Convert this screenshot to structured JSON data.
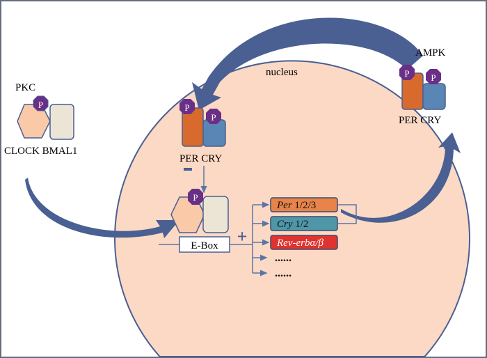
{
  "labels": {
    "nucleus": "nucleus",
    "pkc": "PKC",
    "clock_bmal1": "CLOCK BMAL1",
    "ampk": "AMPK",
    "per_cry_nucleus": "PER CRY",
    "per_cry_ampk": "PER CRY",
    "phospho": "P",
    "inhibit": "−",
    "activate": "+",
    "ebox": "E-Box"
  },
  "genes": [
    {
      "italic": "Per",
      "rest": " 1/2/3",
      "color": "#e8834a"
    },
    {
      "italic": "Cry",
      "rest": " 1/2",
      "color": "#4e96a8"
    },
    {
      "italic": "Rev-erbα/β",
      "rest": "",
      "color": "#e0322f"
    },
    {
      "italic": "",
      "rest": "......",
      "color": ""
    },
    {
      "italic": "",
      "rest": "......",
      "color": ""
    }
  ],
  "colors": {
    "nucleus": "#fbd9c4",
    "clock": "#f9c9a8",
    "bmal1": "#ece4d4",
    "per": "#d86a2e",
    "cry": "#5a86b6",
    "phospho": "#6a2f86",
    "arrow": "#4a5f92"
  }
}
